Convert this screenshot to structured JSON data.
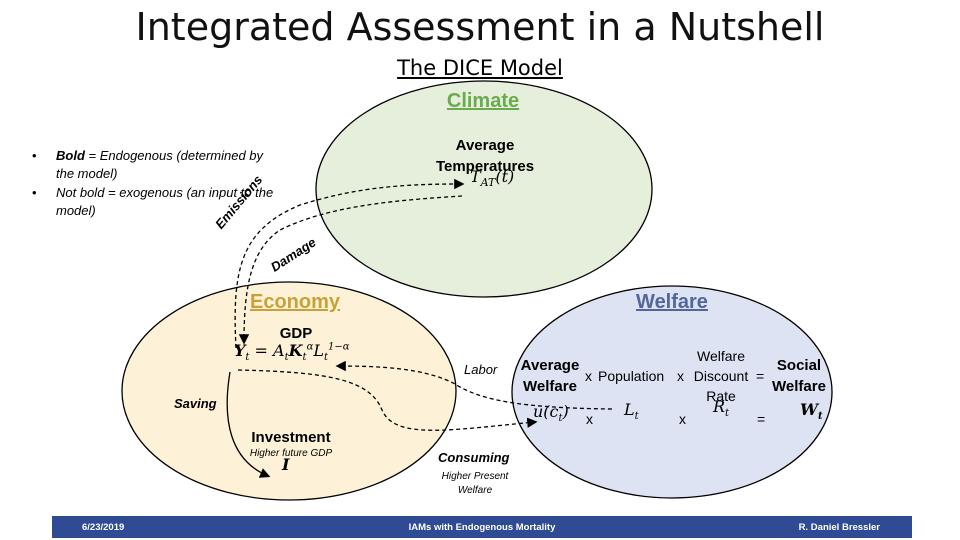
{
  "title": "Integrated Assessment in a Nutshell",
  "subtitle": "The DICE Model",
  "legend": [
    {
      "strong": "Bold",
      "rest": " = Endogenous (determined by the model)"
    },
    {
      "strong": "Not bold",
      "rest": " = exogenous (an input to the model)"
    }
  ],
  "climate": {
    "title": "Climate",
    "label": "Average Temperatures",
    "var": "T",
    "var_sub": "AT",
    "var_arg": "(t)"
  },
  "economy": {
    "title": "Economy",
    "gdp_label": "GDP",
    "investment_label": "Investment",
    "investment_note": "Higher future GDP",
    "investment_var": "I"
  },
  "welfare": {
    "title": "Welfare",
    "avg_welfare": "Average Welfare",
    "times1": "x",
    "population": "Population",
    "times2": "x",
    "discount_rate": "Welfare Discount Rate",
    "equals": "=",
    "social_welfare": "Social Welfare",
    "u_var": "u(c",
    "u_sub": "t",
    "u_close": ")",
    "x_a": "x",
    "L_var": "L",
    "L_sub": "t",
    "x_b": "x",
    "R_var": "R",
    "R_sub": "t",
    "eq_b": "=",
    "W_var": "W",
    "W_sub": "t"
  },
  "flows": {
    "emissions": "Emissions",
    "damage": "Damage",
    "saving": "Saving",
    "labor": "Labor",
    "consuming": "Consuming",
    "consuming_note": "Higher Present Welfare"
  },
  "footer": {
    "date": "6/23/2019",
    "center": "IAMs with Endogenous Mortality",
    "author": "R. Daniel Bressler"
  },
  "colors": {
    "climate_fill": "#e6efdc",
    "climate_title": "#6aab4d",
    "economy_fill": "#fdf2d8",
    "economy_title": "#c8a237",
    "welfare_fill": "#dde3f3",
    "welfare_title": "#51669a",
    "footer_bg": "#2e4b94"
  }
}
